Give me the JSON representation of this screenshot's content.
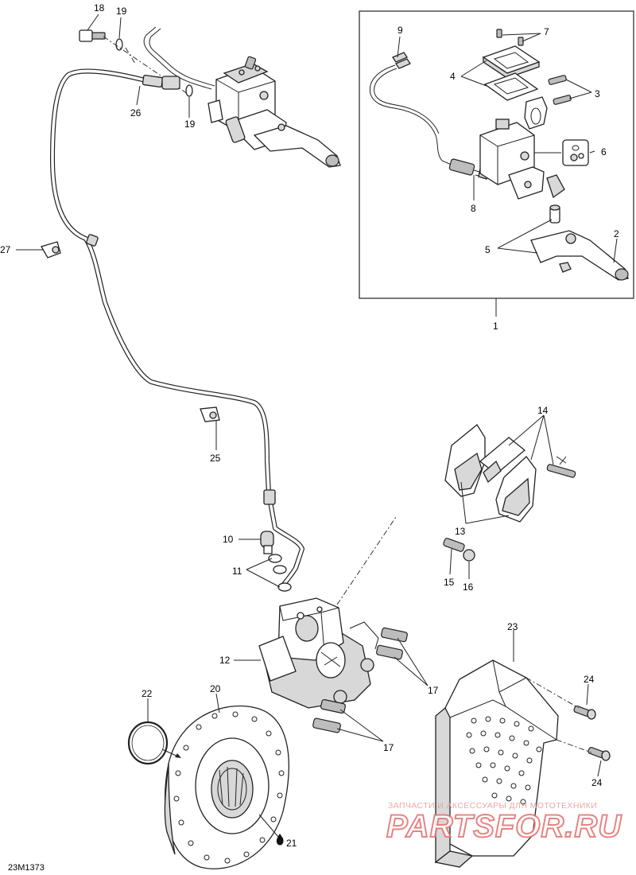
{
  "diagram_code": "23M1373",
  "callouts": {
    "c1": "1",
    "c2": "2",
    "c3": "3",
    "c4": "4",
    "c5": "5",
    "c6": "6",
    "c7": "7",
    "c8": "8",
    "c9": "9",
    "c10": "10",
    "c11": "11",
    "c12": "12",
    "c13": "13",
    "c14": "14",
    "c15": "15",
    "c16": "16",
    "c17a": "17",
    "c17b": "17",
    "c18": "18",
    "c19a": "19",
    "c19b": "19",
    "c20": "20",
    "c21": "21",
    "c22": "22",
    "c23": "23",
    "c24a": "24",
    "c24b": "24",
    "c25": "25",
    "c26": "26",
    "c27": "27"
  },
  "watermark": {
    "tagline": "ЗАПЧАСТИ И АКСЕССУАРЫ ДЛЯ МОТОТЕХНИКИ",
    "brand": "PARTSFOR.RU"
  },
  "colors": {
    "line": "#222222",
    "watermark": "#e57777"
  }
}
